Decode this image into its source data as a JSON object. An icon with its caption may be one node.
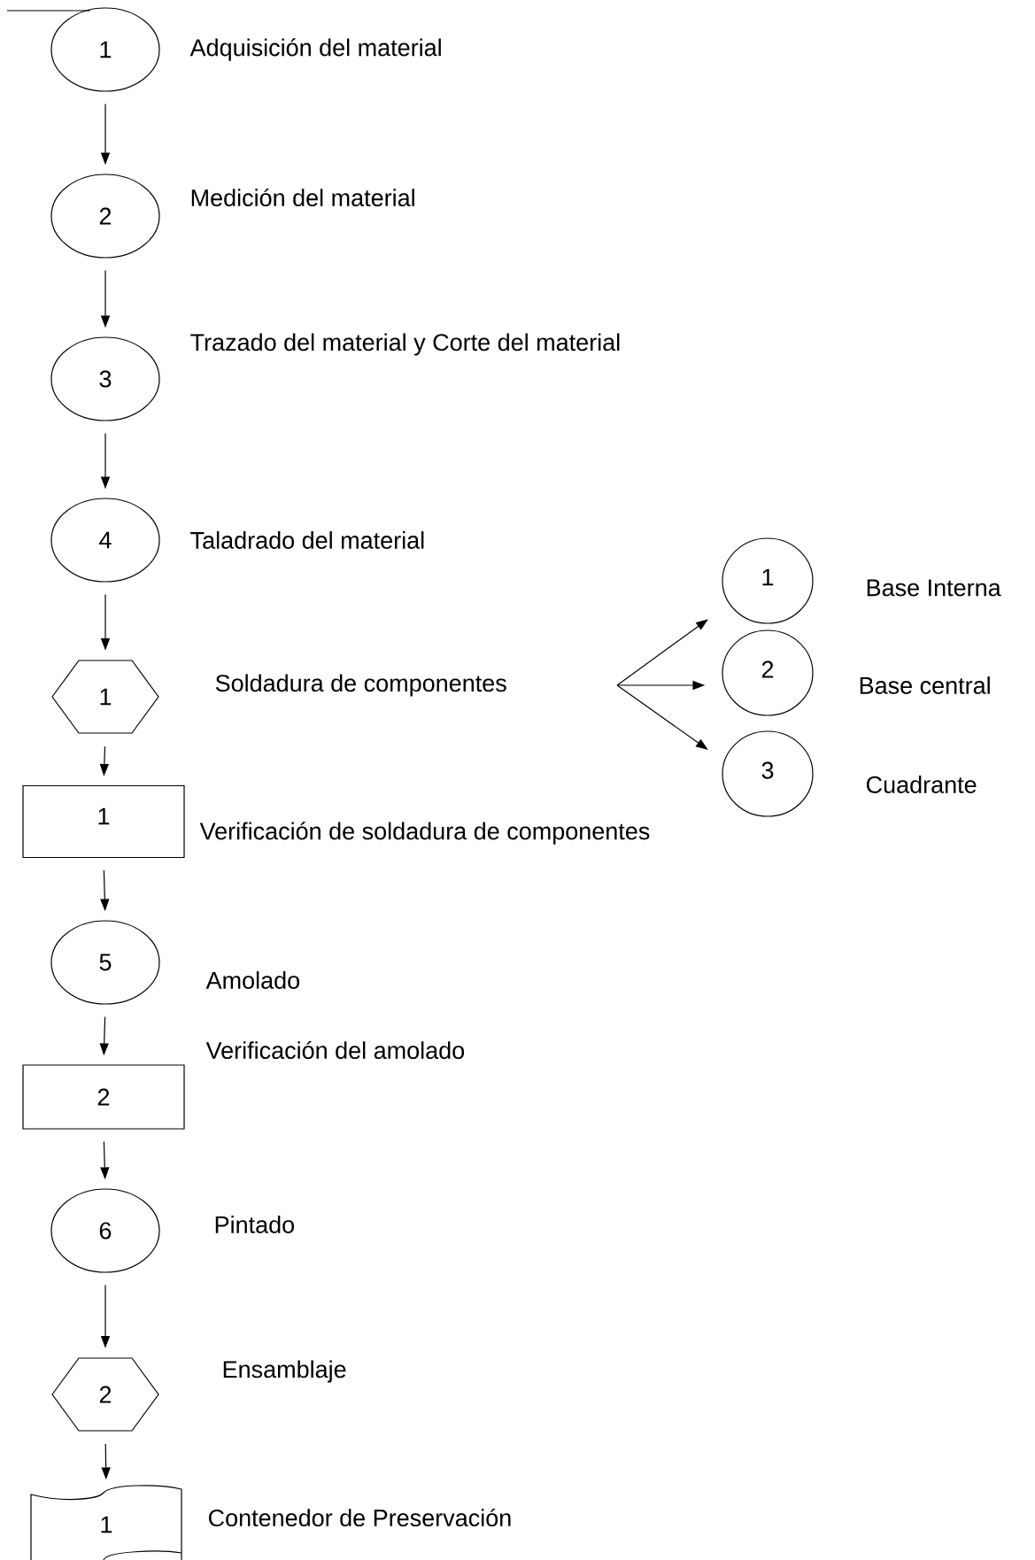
{
  "diagram": {
    "nodes": [
      {
        "text": [
          "1"
        ],
        "beside": [
          "Adquisición del material"
        ]
      },
      {
        "text": [
          "2"
        ],
        "beside": [
          "Medición del material"
        ]
      },
      {
        "text": [
          "3"
        ],
        "beside": [
          "Trazado del material y  Corte del material"
        ]
      },
      {
        "text": [
          "4"
        ],
        "beside": [
          "Taladrado del material"
        ]
      },
      {
        "text": [
          "1"
        ],
        "beside": [
          "Soldadura de componentes"
        ]
      },
      {
        "text": [
          "1"
        ],
        "beside": [
          "Base Interna"
        ]
      },
      {
        "text": [
          "2"
        ],
        "beside": [
          "Base central"
        ]
      },
      {
        "text": [
          "3"
        ],
        "beside": [
          "Cuadrante"
        ]
      },
      {
        "text": [
          "1"
        ],
        "beside": [
          "Verificación de soldadura de componentes"
        ]
      },
      {
        "text": [
          "5"
        ],
        "beside": [
          "Amolado"
        ]
      },
      {
        "text": [
          "2"
        ],
        "beside": [
          "Verificación del amolado"
        ]
      },
      {
        "text": [
          "6"
        ],
        "beside": [
          "Pintado"
        ]
      },
      {
        "text": [
          "2"
        ],
        "beside": [
          "Ensamblaje"
        ]
      },
      {
        "text": [
          "1"
        ],
        "beside": [
          "Contenedor de Preservación"
        ]
      }
    ],
    "edges": [
      {
        "from": 0,
        "to": 1,
        "arrow": "to"
      },
      {
        "from": 1,
        "to": 2,
        "arrow": "to"
      },
      {
        "from": 2,
        "to": 3,
        "arrow": "to"
      },
      {
        "from": 3,
        "to": 4,
        "arrow": "to"
      },
      {
        "from": null,
        "to": 5,
        "arrow": "to"
      },
      {
        "from": null,
        "to": 6,
        "arrow": "to"
      },
      {
        "from": null,
        "to": 7,
        "arrow": "to"
      },
      {
        "from": 4,
        "to": 8,
        "arrow": "to"
      },
      {
        "from": 8,
        "to": 9,
        "arrow": "to"
      },
      {
        "from": 9,
        "to": 10,
        "arrow": "to"
      },
      {
        "from": 10,
        "to": 11,
        "arrow": "to"
      },
      {
        "from": 11,
        "to": 12,
        "arrow": "to"
      },
      {
        "from": 12,
        "to": 13,
        "arrow": "to"
      }
    ]
  }
}
